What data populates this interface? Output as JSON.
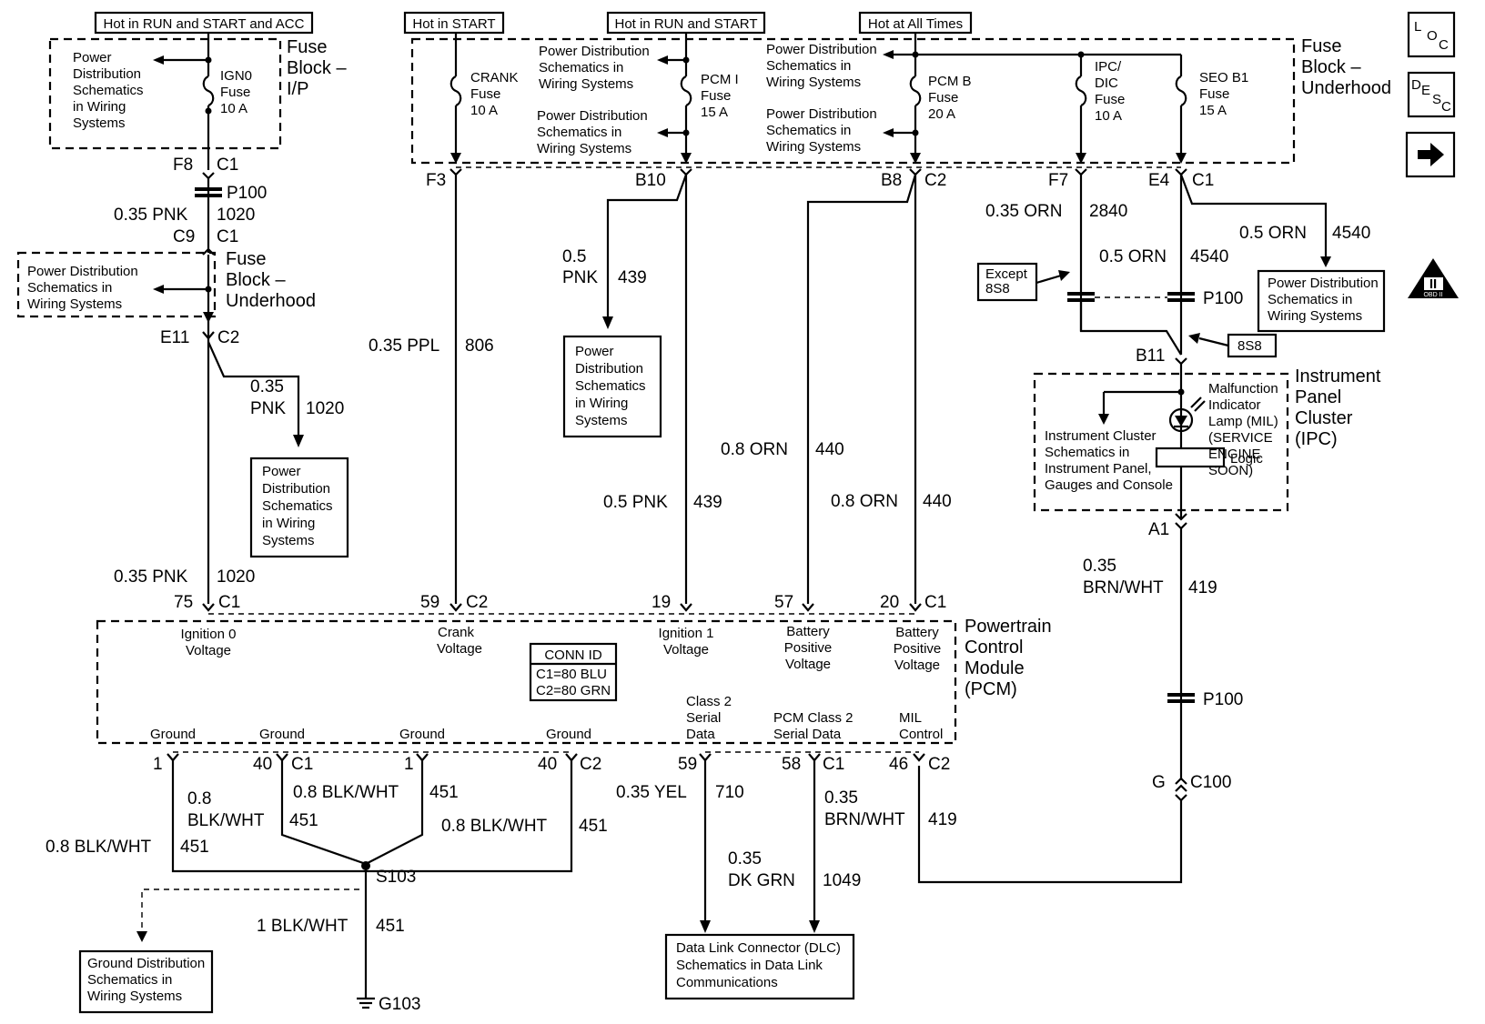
{
  "hot_labels": [
    "Hot in RUN and START and ACC",
    "Hot in START",
    "Hot in RUN and START",
    "Hot at All Times"
  ],
  "fuse_blocks": {
    "ip": [
      "Fuse",
      "Block –",
      "I/P"
    ],
    "underhood_top": [
      "Fuse",
      "Block –",
      "Underhood"
    ],
    "underhood_left": [
      "Fuse",
      "Block –",
      "Underhood"
    ]
  },
  "fuses": {
    "ign0": [
      "IGN0",
      "Fuse",
      "10 A"
    ],
    "crank": [
      "CRANK",
      "Fuse",
      "10 A"
    ],
    "pcmi": [
      "PCM I",
      "Fuse",
      "15 A"
    ],
    "pcmb": [
      "PCM B",
      "Fuse",
      "20 A"
    ],
    "ipc": [
      "IPC/",
      "DIC",
      "Fuse",
      "10 A"
    ],
    "seo": [
      "SEO B1",
      "Fuse",
      "15 A"
    ]
  },
  "power_dist": {
    "short3": [
      "Power Distribution",
      "Schematics in",
      "Wiring Systems"
    ],
    "short5": [
      "Power",
      "Distribution",
      "Schematics",
      "in Wiring",
      "Systems"
    ]
  },
  "connectors": {
    "F8": "F8",
    "C1": "C1",
    "C2": "C2",
    "C9": "C9",
    "E11": "E11",
    "F3": "F3",
    "B10": "B10",
    "B8": "B8",
    "F7": "F7",
    "E4": "E4",
    "B11": "B11",
    "A1": "A1",
    "G": "G",
    "C100": "C100",
    "P100": "P100",
    "S103": "S103",
    "G103": "G103"
  },
  "wires": {
    "pnk035": "0.35 PNK",
    "c1020": "1020",
    "pnk035a": "0.35",
    "pnk035b": "PNK",
    "ppl": "0.35 PPL",
    "c806": "806",
    "pnk05a": "0.5",
    "pnk05b": "PNK",
    "c439": "439",
    "pnk05": "0.5 PNK",
    "orn08": "0.8 ORN",
    "c440": "440",
    "orn035": "0.35 ORN",
    "c2840": "2840",
    "orn05": "0.5 ORN",
    "c4540": "4540",
    "brnwht035a": "0.35",
    "brnwht035b": "BRN/WHT",
    "c419": "419",
    "bw08a": "0.8",
    "bw08b": "BLK/WHT",
    "bw08": "0.8 BLK/WHT",
    "c451": "451",
    "bw1": "1 BLK/WHT",
    "yel": "0.35 YEL",
    "c710": "710",
    "dkgrn_a": "0.35",
    "dkgrn_b": "DK GRN",
    "c1049": "1049"
  },
  "options": {
    "except": [
      "Except",
      "8S8"
    ],
    "8s8": "8S8"
  },
  "ipc": {
    "title": [
      "Instrument",
      "Panel",
      "Cluster",
      "(IPC)"
    ],
    "mil": [
      "Malfunction",
      "Indicator",
      "Lamp (MIL)",
      "(SERVICE",
      "ENGINE",
      "SOON)"
    ],
    "cluster_ref": [
      "Instrument Cluster",
      "Schematics in",
      "Instrument Panel,",
      "Gauges and Console"
    ],
    "logic": "Logic"
  },
  "pcm": {
    "title": [
      "Powertrain",
      "Control",
      "Module",
      "(PCM)"
    ],
    "pins_top": [
      "75",
      "59",
      "19",
      "57",
      "20"
    ],
    "ign0_v": [
      "Ignition 0",
      "Voltage"
    ],
    "crank_v": [
      "Crank",
      "Voltage"
    ],
    "ign1_v": [
      "Ignition 1",
      "Voltage"
    ],
    "batt_v": [
      "Battery",
      "Positive",
      "Voltage"
    ],
    "conn_id": [
      "CONN ID",
      "C1=80 BLU",
      "C2=80 GRN"
    ],
    "class2": [
      "Class 2",
      "Serial",
      "Data"
    ],
    "pcm_class2": [
      "PCM Class 2",
      "Serial Data"
    ],
    "mil_ctrl": [
      "MIL",
      "Control"
    ],
    "ground": "Ground",
    "pins_bottom": [
      "1",
      "40",
      "1",
      "40",
      "59",
      "58",
      "46"
    ]
  },
  "dlc": [
    "Data Link Connector (DLC)",
    "Schematics in Data Link",
    "Communications"
  ],
  "ground_dist": [
    "Ground Distribution",
    "Schematics in",
    "Wiring Systems"
  ],
  "nav_icons": [
    "loc-icon",
    "desc-icon",
    "next-arrow-icon",
    "obd-ii-icon"
  ],
  "nav": {
    "loc": [
      "L",
      "O",
      "C"
    ],
    "desc": [
      "D",
      "E",
      "S",
      "C"
    ],
    "obd": [
      "II",
      "OBD II"
    ]
  }
}
